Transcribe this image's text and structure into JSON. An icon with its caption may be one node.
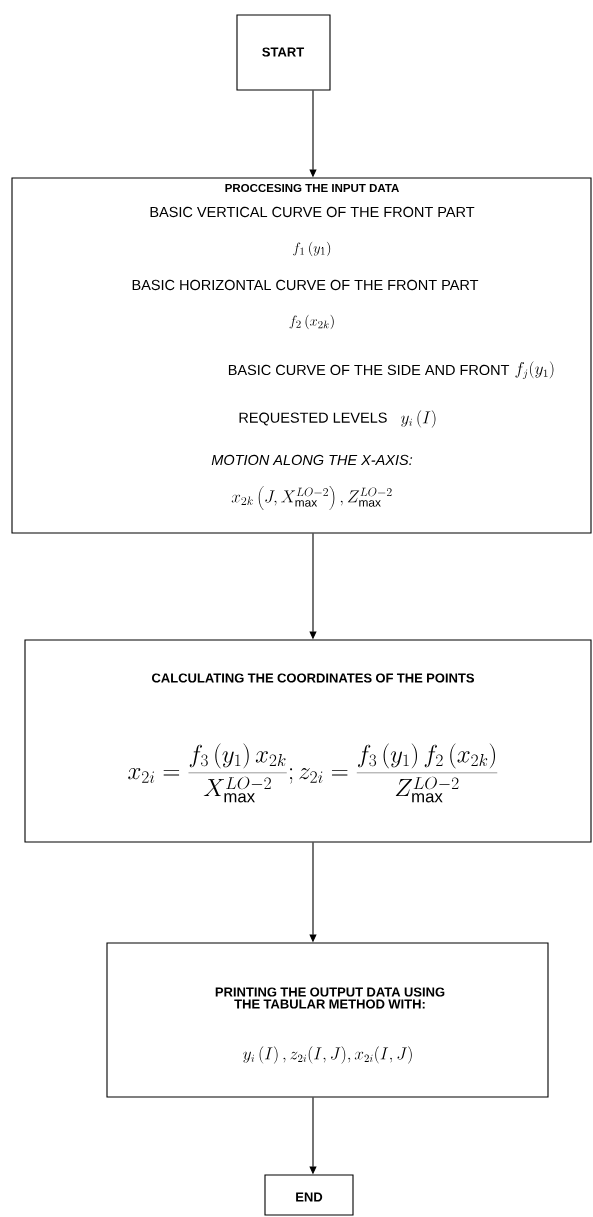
{
  "diagram": {
    "nodes": [
      {
        "text": [
          "START"
        ]
      },
      {
        "text": [
          "PROCCESING THE INPUT DATA",
          "BASIC VERTICAL CURVE OF THE FRONT PART",
          "f_1\\left(y_1\\right)",
          "BASIC HORIZONTAL CURVE OF THE FRONT PART",
          "f_2\\left(x_{2k}\\right)",
          "BASIC CURVE OF THE SIDE AND FRONT",
          "f_j(y_1)",
          "REQUESTED LEVELS",
          "y_i\\left(I\\right)",
          "MOTION ALONG THE X-AXIS:",
          "x_{2k}\\left(J, X_{\\max}^{LO-2}\\right), Z_{\\max}^{LO-2}"
        ]
      },
      {
        "text": [
          "CALCULATING THE COORDINATES OF THE POINTS",
          "x_{2i}=\\frac{f_3\\left(y_1\\right)x_{2k}}{X_{\\max}^{LO-2}};z_{2i}=\\frac{f_3\\left(y_1\\right)f_2\\left(x_{2k}\\right)}{Z_{\\max}^{LO-2}}"
        ]
      },
      {
        "text": [
          "PRINTING THE OUTPUT DATA USING THE TABULAR METHOD WITH:",
          "y_i\\left(I\\right), z_{2i}(I,J), x_{2i}(I,J)"
        ]
      },
      {
        "text": [
          "END"
        ]
      }
    ],
    "edges": [
      {
        "from": 0,
        "to": 1,
        "arrow": "to"
      },
      {
        "from": 1,
        "to": 2,
        "arrow": "to"
      },
      {
        "from": 2,
        "to": 3,
        "arrow": "to"
      },
      {
        "from": 3,
        "to": 4,
        "arrow": "to"
      }
    ]
  }
}
